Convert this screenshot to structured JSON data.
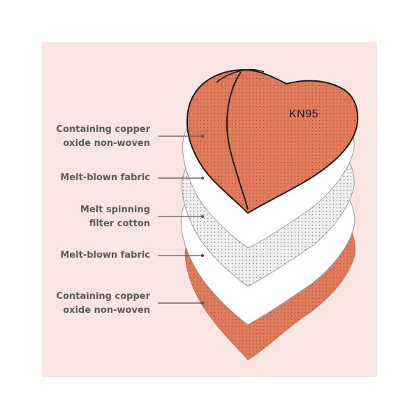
{
  "layers": [
    {
      "label_line1": "Containing copper",
      "label_line2": "oxide non-woven"
    },
    {
      "label_line1": "Melt-blown fabric"
    },
    {
      "label_line1": "Melt spinning",
      "label_line2": "filter cotton"
    },
    {
      "label_line1": "Melt-blown fabric"
    },
    {
      "label_line1": "Containing copper",
      "label_line2": "oxide non-woven"
    }
  ],
  "mask_marking": "KN95",
  "colors": {
    "background_panel": "#f9e5e1",
    "copper_layer": "#e07b5c",
    "white_layer": "#ffffff",
    "filter_layer": "#eeeeee",
    "label_text": "#5a5a5a"
  }
}
